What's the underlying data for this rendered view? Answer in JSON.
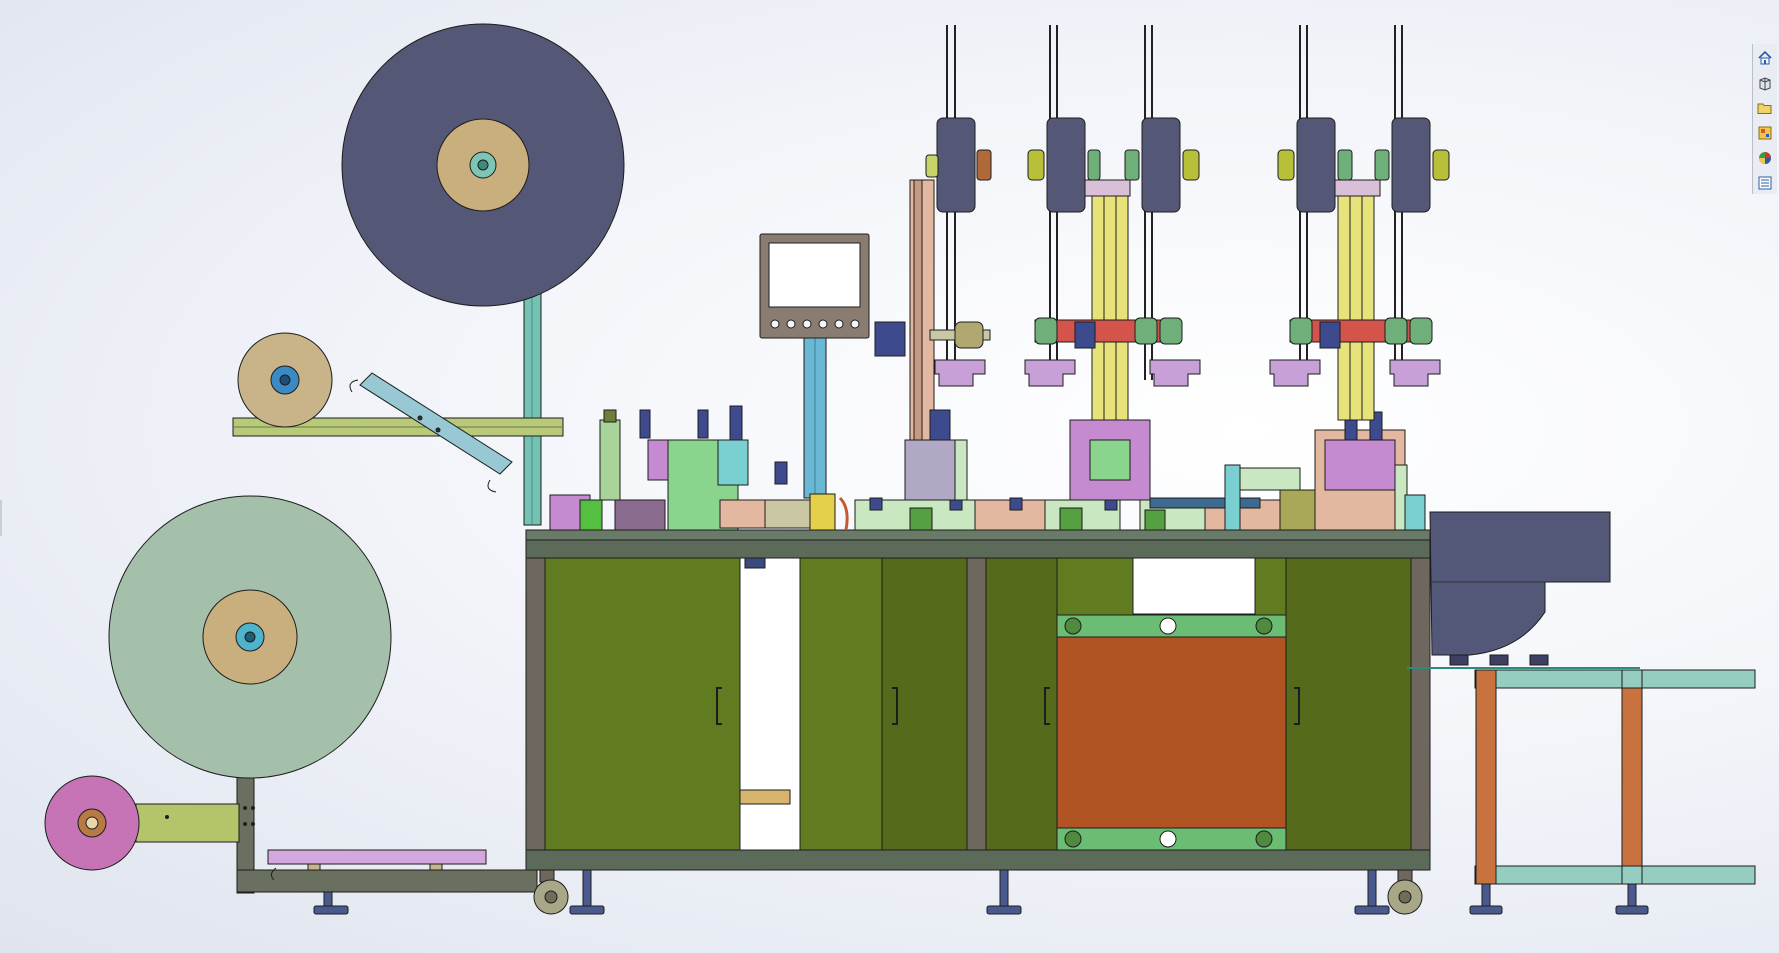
{
  "app": {
    "view": "front",
    "colors": {
      "frame": "#617b20",
      "frame_dark": "#556a1b",
      "frame_edge": "#5f6a5d",
      "tabletop": "#5c6a5a",
      "door_panel": "#b05424",
      "green_pad": "#6abd72",
      "big_reel": "#555776",
      "reel_hub": "#c9ae7e",
      "light_reel": "#a4bfaa",
      "pink_reel": "#c774b6",
      "bowl_feeder": "#545878",
      "conveyor_teal": "#96cdc1",
      "conveyor_leg": "#c7723f",
      "post_teal": "#74c2b4",
      "monitor": "#8a7c70"
    }
  },
  "task_pane": {
    "tabs": [
      {
        "icon": "home-icon",
        "id": "resources"
      },
      {
        "icon": "design-library-icon",
        "id": "design-library"
      },
      {
        "icon": "folder-icon",
        "id": "file-explorer"
      },
      {
        "icon": "view-palette-icon",
        "id": "view-palette"
      },
      {
        "icon": "appearances-icon",
        "id": "appearances"
      },
      {
        "icon": "custom-properties-icon",
        "id": "custom-properties"
      }
    ]
  }
}
